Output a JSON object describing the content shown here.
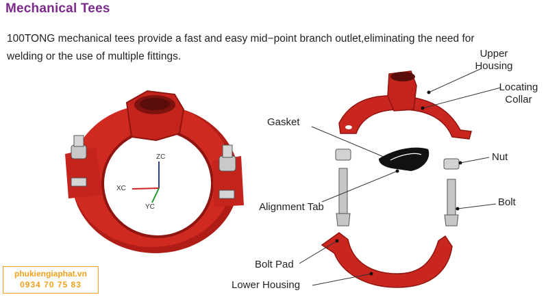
{
  "title": "Mechanical Tees",
  "intro": "100TONG mechanical tees provide a fast and easy mid−point branch outlet,eliminating the need for welding or the use of multiple fittings.",
  "axes": {
    "z": "ZC",
    "x": "XC",
    "y": "YC"
  },
  "labels": {
    "upper_housing": "Upper Housing",
    "locating_collar": "Locating Collar",
    "gasket": "Gasket",
    "nut": "Nut",
    "alignment_tab": "Alignment Tab",
    "bolt": "Bolt",
    "bolt_pad": "Bolt Pad",
    "lower_housing": "Lower Housing"
  },
  "watermark": {
    "site": "phukiengiaphat.vn",
    "phone": "0934 70 75 83"
  },
  "colors": {
    "title": "#7b2a8c",
    "fitting_red": "#c8261e",
    "watermark": "#f4a01c"
  }
}
